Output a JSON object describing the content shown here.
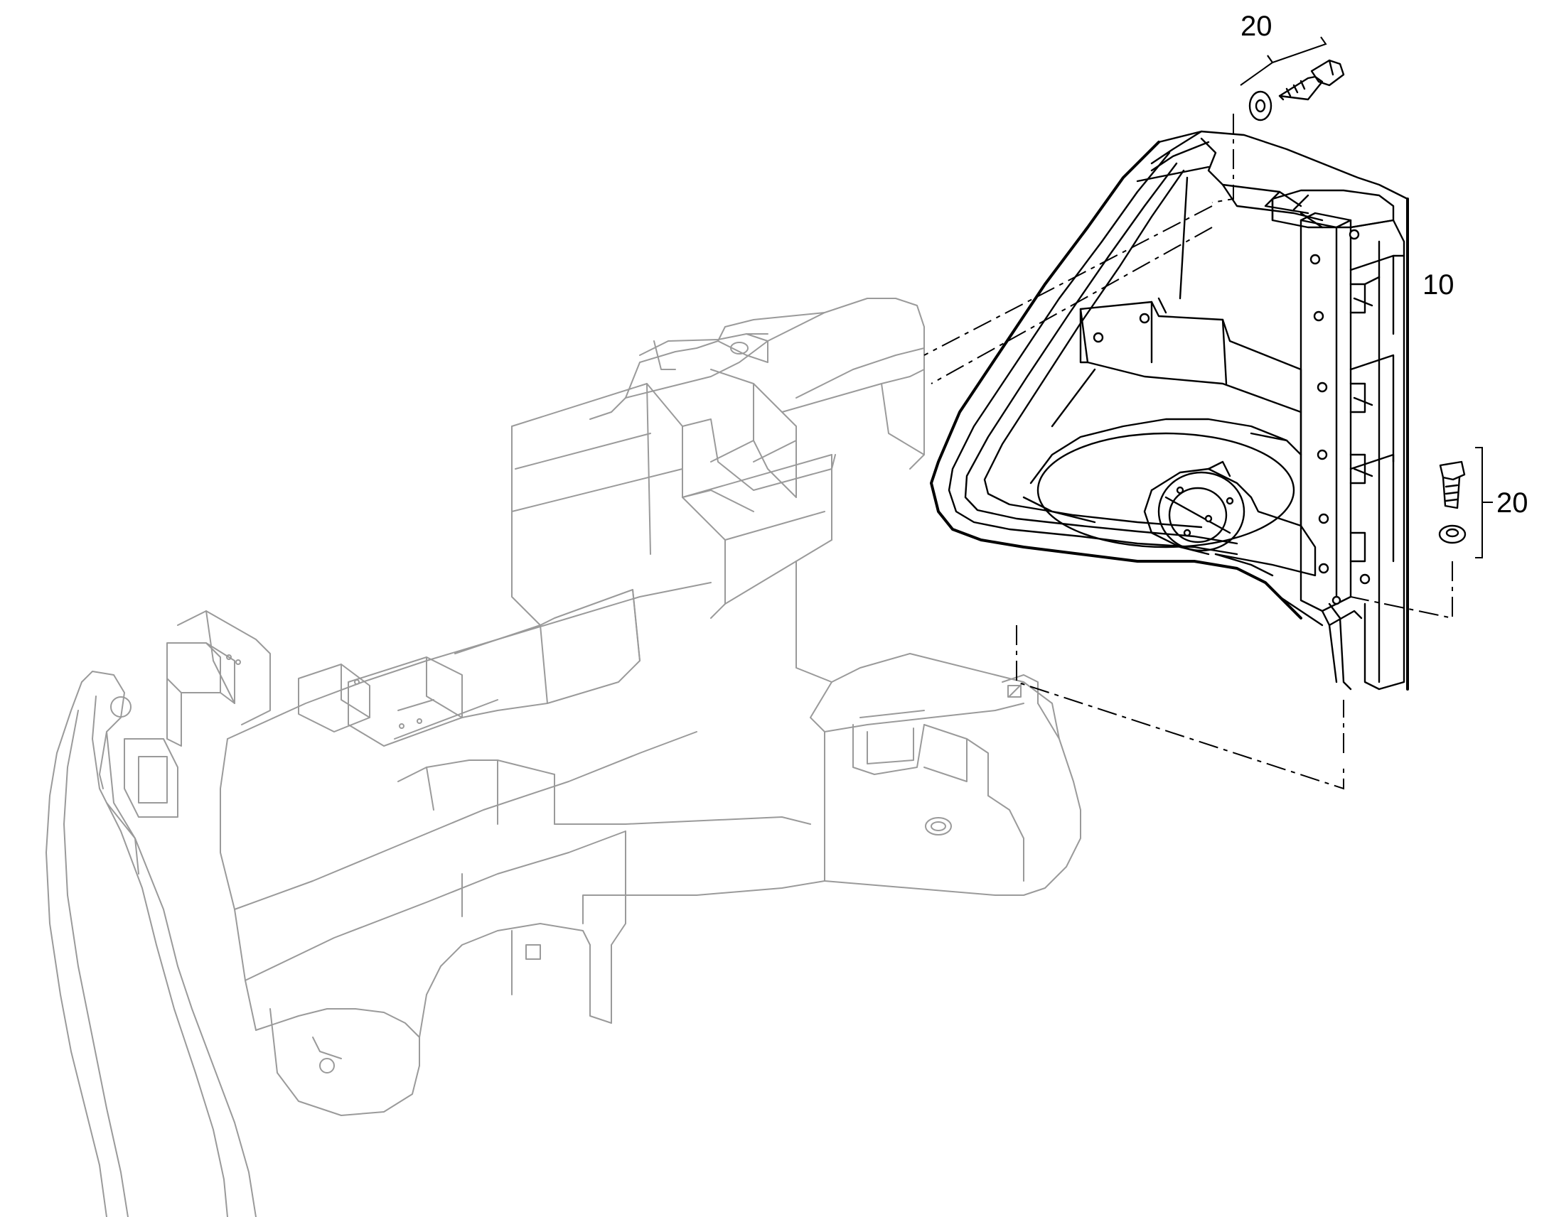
{
  "callouts": {
    "bolt_set_top": "20",
    "tank": "10",
    "bolt_set_right": "20"
  },
  "colors": {
    "frame_line": "#9a9a9a",
    "part_line": "#000000",
    "background": "#ffffff"
  }
}
